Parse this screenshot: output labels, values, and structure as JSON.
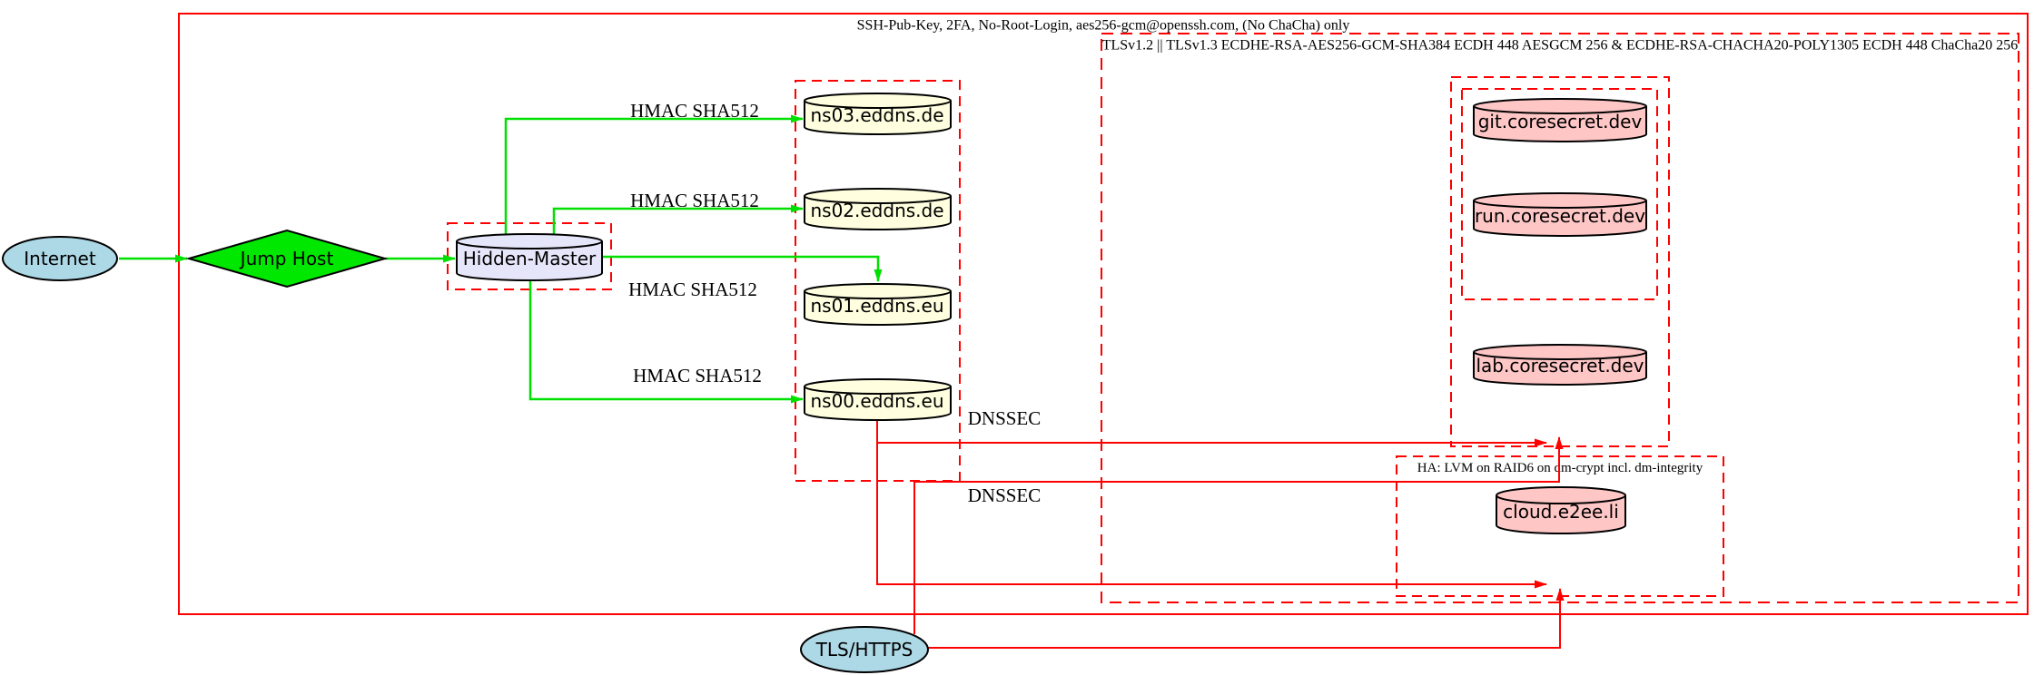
{
  "colors": {
    "cluster_border": "#ff0000",
    "edge_green": "#00e000",
    "edge_red": "#ff0000",
    "node_border": "#000000",
    "internet_fill": "#add8e6",
    "jump_fill": "#00e800",
    "master_fill": "#e6e6fa",
    "dns_fill": "#ffffe0",
    "service_fill": "#ffc6c6",
    "tls_https_fill": "#add8e6"
  },
  "clusters": {
    "ssh": {
      "label": "SSH-Pub-Key, 2FA, No-Root-Login, aes256-gcm@openssh.com, (No ChaCha) only"
    },
    "tls": {
      "label": "TLSv1.2 || TLSv1.3 ECDHE-RSA-AES256-GCM-SHA384 ECDH 448 AESGCM 256 & ECDHE-RSA-CHACHA20-POLY1305 ECDH 448 ChaCha20 256"
    },
    "ha": {
      "label": "HA: LVM on RAID6 on dm-crypt incl. dm-integrity"
    }
  },
  "nodes": {
    "internet": {
      "label": "Internet",
      "shape": "ellipse"
    },
    "jump_host": {
      "label": "Jump Host",
      "shape": "diamond"
    },
    "hidden_master": {
      "label": "Hidden-Master",
      "shape": "cylinder"
    },
    "ns03": {
      "label": "ns03.eddns.de",
      "shape": "cylinder"
    },
    "ns02": {
      "label": "ns02.eddns.de",
      "shape": "cylinder"
    },
    "ns01": {
      "label": "ns01.eddns.eu",
      "shape": "cylinder"
    },
    "ns00": {
      "label": "ns00.eddns.eu",
      "shape": "cylinder"
    },
    "git": {
      "label": "git.coresecret.dev",
      "shape": "cylinder"
    },
    "run": {
      "label": "run.coresecret.dev",
      "shape": "cylinder"
    },
    "lab": {
      "label": "lab.coresecret.dev",
      "shape": "cylinder"
    },
    "cloud": {
      "label": "cloud.e2ee.li",
      "shape": "cylinder"
    },
    "tls_https": {
      "label": "TLS/HTTPS",
      "shape": "ellipse"
    }
  },
  "edge_labels": {
    "hmac_ns03": "HMAC SHA512",
    "hmac_ns02": "HMAC SHA512",
    "hmac_ns01": "HMAC SHA512",
    "hmac_ns00": "HMAC SHA512",
    "dnssec_1": "DNSSEC",
    "dnssec_2": "DNSSEC"
  }
}
